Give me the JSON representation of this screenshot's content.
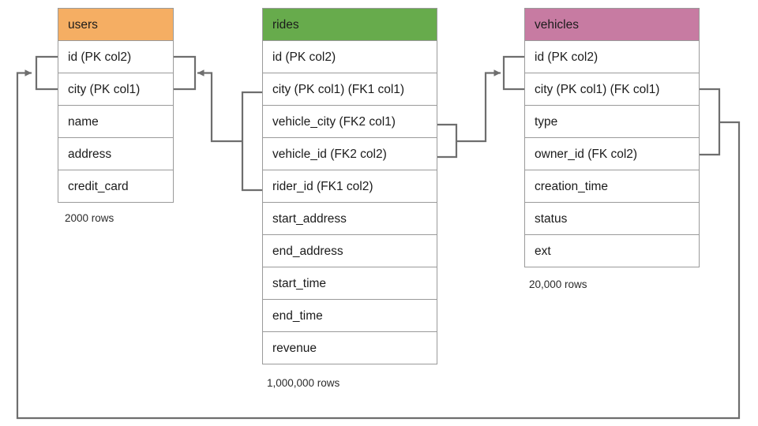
{
  "diagram": {
    "title": "database-schema-er-diagram",
    "background": "#ffffff",
    "line_color": "#6e6e6e",
    "border_color": "#9a9a9a"
  },
  "tables": [
    {
      "id": "users",
      "name": "users",
      "header_color": "#F5AE63",
      "row_count_label": "2000 rows",
      "columns": [
        {
          "label": "id (PK col2)"
        },
        {
          "label": "city (PK col1)"
        },
        {
          "label": "name"
        },
        {
          "label": "address"
        },
        {
          "label": "credit_card"
        }
      ]
    },
    {
      "id": "rides",
      "name": "rides",
      "header_color": "#67AB4C",
      "row_count_label": "1,000,000 rows",
      "columns": [
        {
          "label": "id (PK col2)"
        },
        {
          "label": "city (PK col1) (FK1 col1)"
        },
        {
          "label": "vehicle_city (FK2 col1)"
        },
        {
          "label": "vehicle_id (FK2 col2)"
        },
        {
          "label": "rider_id (FK1 col2)"
        },
        {
          "label": "start_address"
        },
        {
          "label": "end_address"
        },
        {
          "label": "start_time"
        },
        {
          "label": "end_time"
        },
        {
          "label": "revenue"
        }
      ]
    },
    {
      "id": "vehicles",
      "name": "vehicles",
      "header_color": "#C77BA2",
      "row_count_label": "20,000 rows",
      "columns": [
        {
          "label": "id (PK col2)"
        },
        {
          "label": "city (PK col1) (FK col1)"
        },
        {
          "label": "type"
        },
        {
          "label": "owner_id (FK col2)"
        },
        {
          "label": "creation_time"
        },
        {
          "label": "status"
        },
        {
          "label": "ext"
        }
      ]
    }
  ],
  "relationships": [
    {
      "id": "rides-fk1-users",
      "from_table": "rides",
      "from_columns": [
        "city (PK col1) (FK1 col1)",
        "rider_id (FK1 col2)"
      ],
      "to_table": "users",
      "to_columns": [
        "id (PK col2)",
        "city (PK col1)"
      ],
      "arrow": "to-users"
    },
    {
      "id": "rides-fk2-vehicles",
      "from_table": "rides",
      "from_columns": [
        "vehicle_city (FK2 col1)",
        "vehicle_id (FK2 col2)"
      ],
      "to_table": "vehicles",
      "to_columns": [
        "id (PK col2)",
        "city (PK col1) (FK col1)"
      ],
      "arrow": "to-vehicles"
    },
    {
      "id": "vehicles-fk-users",
      "from_table": "vehicles",
      "from_columns": [
        "city (PK col1) (FK col1)",
        "owner_id (FK col2)"
      ],
      "to_table": "users",
      "to_columns": [
        "id (PK col2)",
        "city (PK col1)"
      ],
      "arrow": "to-users-left"
    }
  ]
}
